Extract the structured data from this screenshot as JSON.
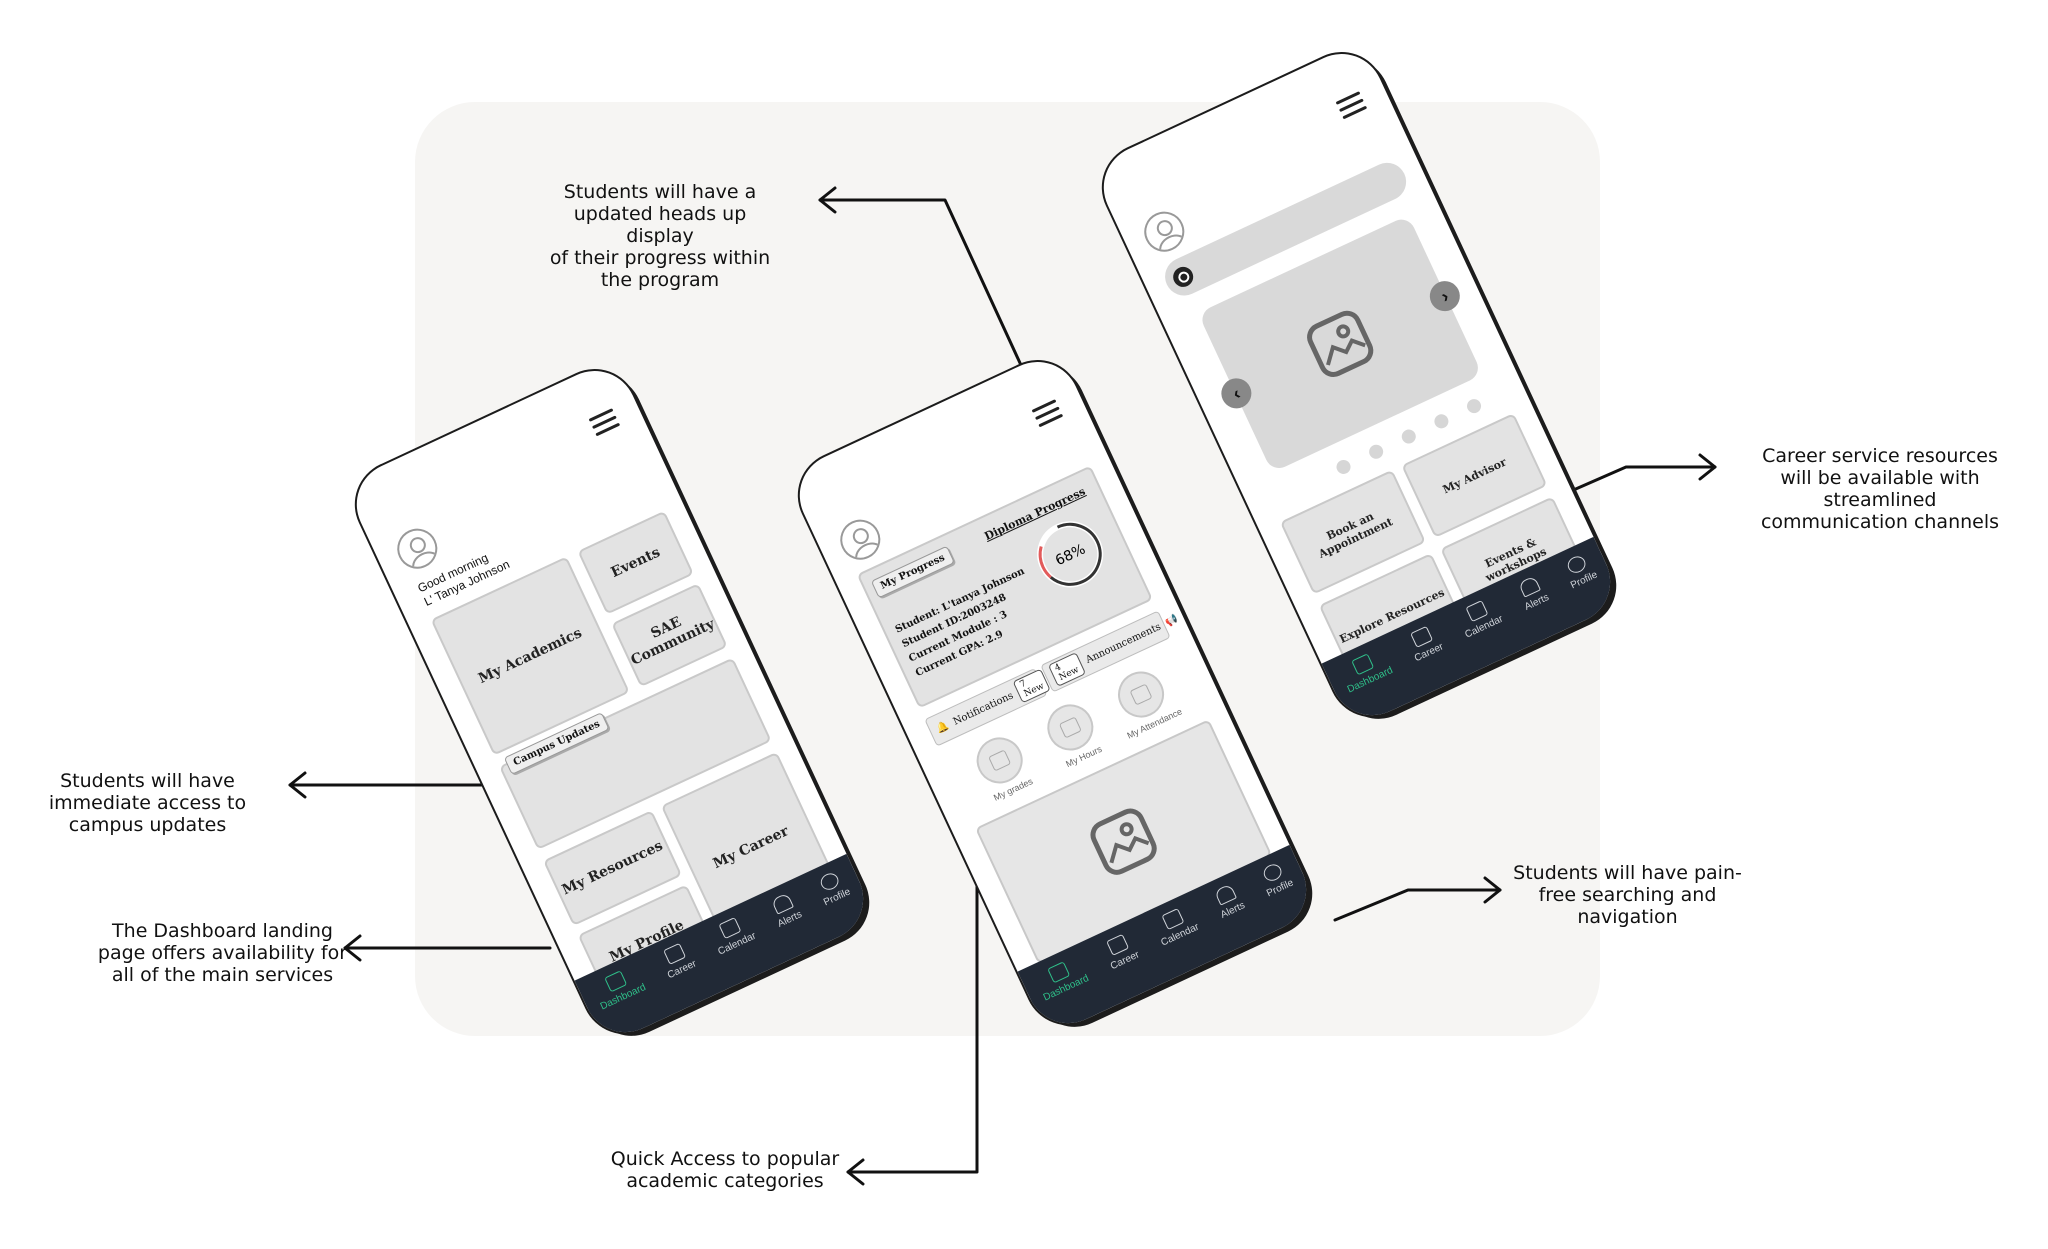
{
  "annotations": {
    "hud": "Students will have a\nupdated heads up display\nof their progress within\nthe program",
    "campus": "Students will have\nimmediate access to\ncampus updates",
    "dashboard": "The Dashboard landing\npage offers availability for\nall of the main services",
    "quick": "Quick Access to popular\nacademic categories",
    "search": "Students will have pain-\nfree searching and\nnavigation",
    "career": "Career service resources\nwill be available with\nstreamlined\ncommunication channels"
  },
  "nav": {
    "dashboard": "Dashboard",
    "career": "Career",
    "calendar": "Calendar",
    "alerts": "Alerts",
    "profile": "Profile"
  },
  "phone1": {
    "greeting_line1": "Good morning",
    "greeting_line2": "L' Tanya Johnson",
    "my_academics": "My Academics",
    "events": "Events",
    "sae_community": "SAE Community",
    "campus_updates": "Campus Updates",
    "my_resources": "My Resources",
    "my_career": "My Career",
    "my_profile": "My Profile"
  },
  "phone2": {
    "my_progress": "My Progress",
    "diploma_progress": "Diploma Progress",
    "percent": "68%",
    "percent_value": 68,
    "student": "Student: L'tanya Johnson",
    "student_id": "Student ID:2003248",
    "current_module": "Current Module :  3",
    "current_gpa": "Current GPA:   2.9",
    "notifications": "Notifications",
    "notifications_new": "7 New",
    "announcements": "Announcements",
    "announcements_new": "4 New",
    "my_grades": "My grades",
    "my_hours": "My Hours",
    "my_attendance": "My Attendance"
  },
  "phone3": {
    "my_advisor": "My Advisor",
    "book_appointment": "Book an Appointment",
    "events_workshops": "Events & workshops",
    "explore_resources": "Explore Resources"
  },
  "colors": {
    "nav_bg": "#212936",
    "active": "#2fc08a",
    "ring": "#e25b5b"
  }
}
